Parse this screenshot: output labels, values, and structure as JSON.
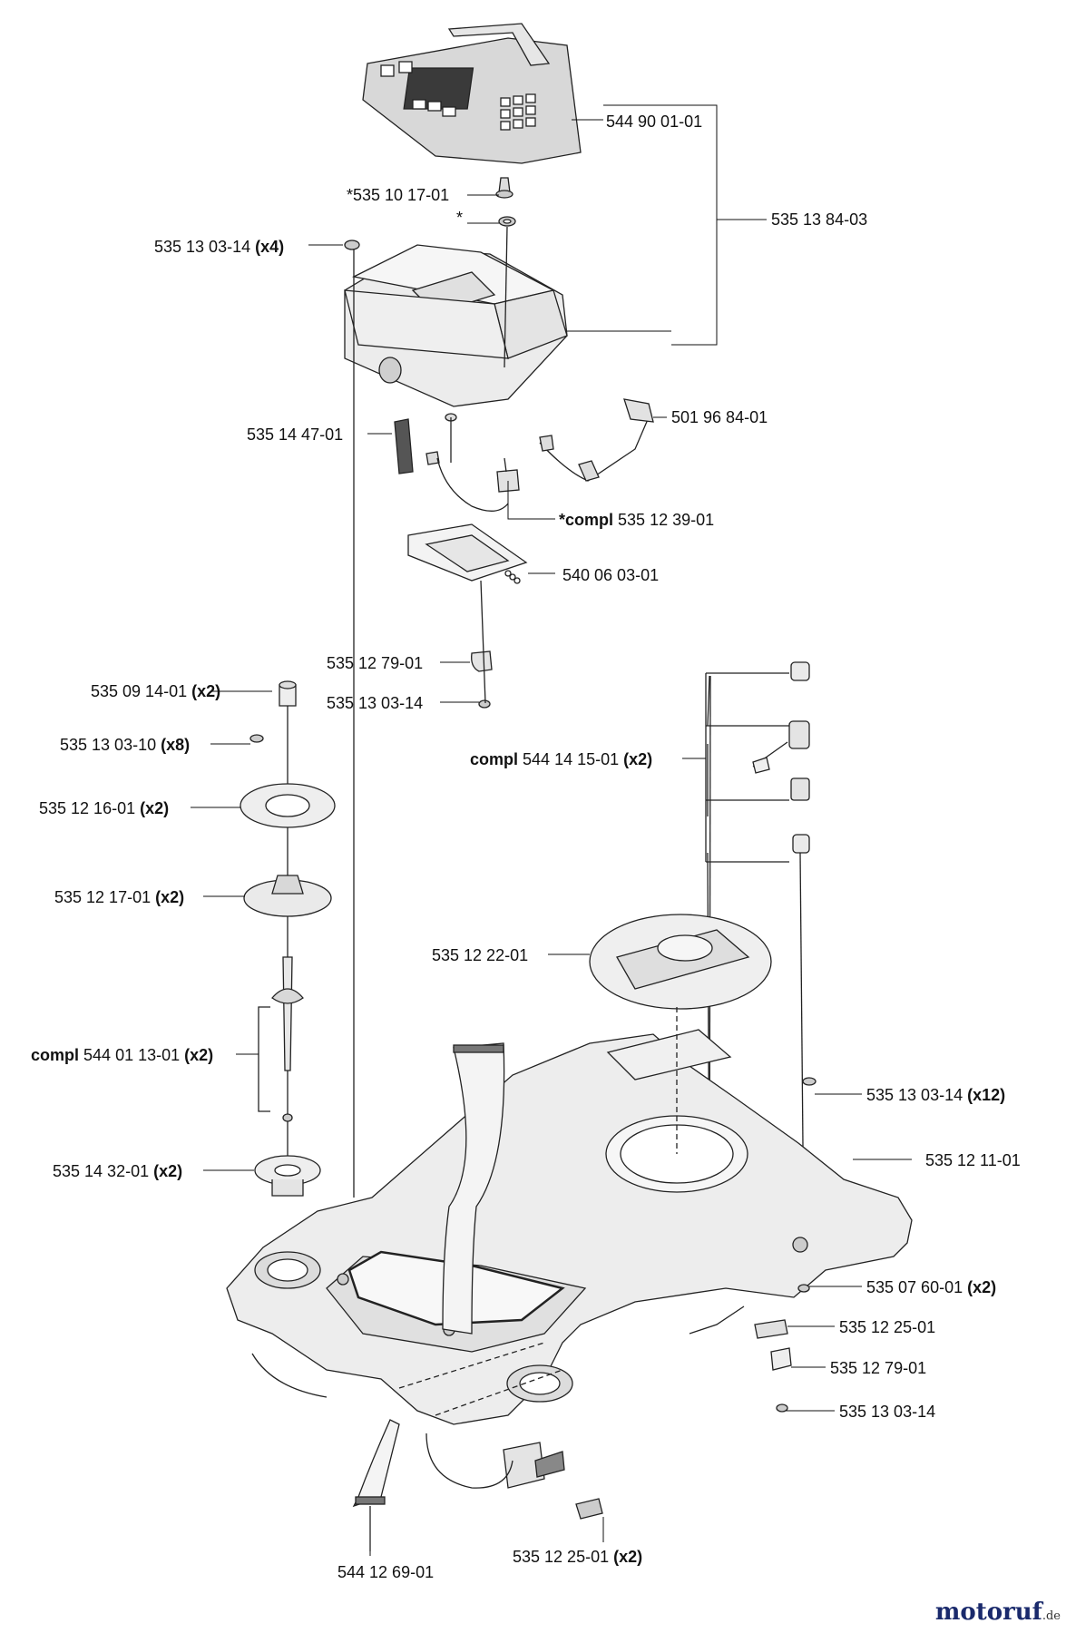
{
  "labels": {
    "keypad_film": "544 90 01-01",
    "knob": "*535 10 17-01",
    "washer": "*",
    "cover_assembly": "535 13 84-03",
    "screw_x4": "535 13 03-14",
    "screw_x4_qty": "(x4)",
    "sensor": "535 14 47-01",
    "cable_501": "501 96 84-01",
    "switch_prefix": "*compl",
    "switch": "535 12 39-01",
    "board": "540 06 03-01",
    "clip_top": "535 12 79-01",
    "screw_top": "535 13 03-14",
    "bushing": "535 09 14-01",
    "bushing_qty": "(x2)",
    "screw_x8": "535 13 03-10",
    "screw_x8_qty": "(x8)",
    "bellows_plate": "535 12 16-01",
    "bellows_plate_qty": "(x2)",
    "rubber_seal": "535 12 17-01",
    "rubber_seal_qty": "(x2)",
    "joint_prefix": "compl",
    "joint": "544 14 15-01",
    "joint_qty": "(x2)",
    "hatch": "535 12 22-01",
    "spindle_prefix": "compl",
    "spindle": "544 01 13-01",
    "spindle_qty": "(x2)",
    "screw_x12": "535 13 03-14",
    "screw_x12_qty": "(x12)",
    "chassis_top": "535 12 11-01",
    "bearing": "535 14 32-01",
    "bearing_qty": "(x2)",
    "nut": "535 07 60-01",
    "nut_qty": "(x2)",
    "strip": "535 12 25-01",
    "clip_bottom": "535 12 79-01",
    "screw_bottom": "535 13 03-14",
    "ribbon_cable": "544 12 69-01",
    "strip_bottom": "535 12 25-01",
    "strip_bottom_qty": "(x2)"
  },
  "brand": {
    "name": "motoruf",
    "suffix": ".de"
  },
  "colors": {
    "line": "#111111",
    "part_fill": "#f2f2f2",
    "part_stroke": "#222222",
    "brand": "#1a2a6c"
  }
}
